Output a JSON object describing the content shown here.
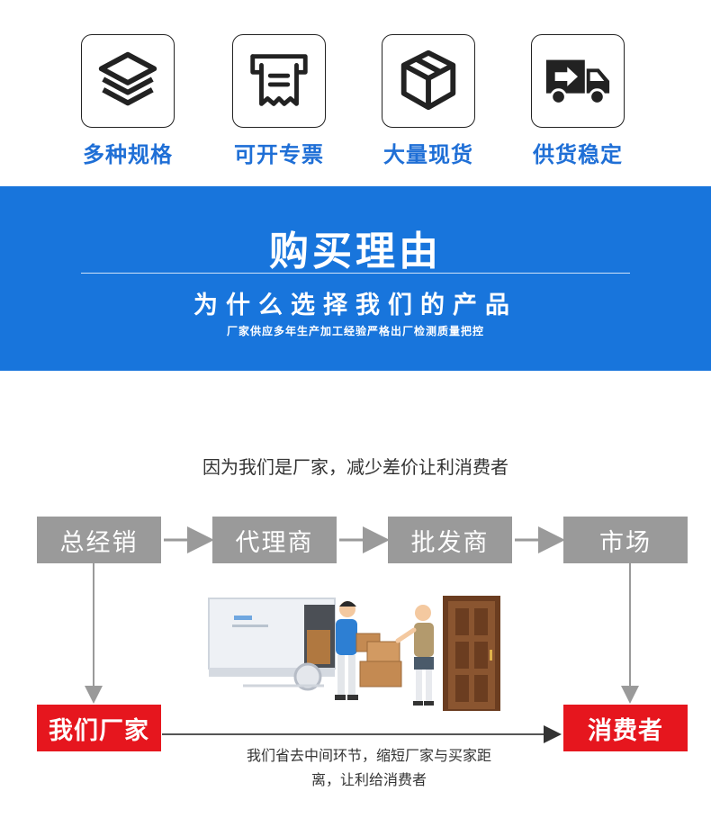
{
  "features": [
    {
      "label": "多种规格",
      "icon": "layers-icon"
    },
    {
      "label": "可开专票",
      "icon": "receipt-icon"
    },
    {
      "label": "大量现货",
      "icon": "box-icon"
    },
    {
      "label": "供货稳定",
      "icon": "delivery-truck-icon"
    }
  ],
  "banner": {
    "title": "购买理由",
    "subtitle": "为什么选择我们的产品",
    "note": "厂家供应多年生产加工经验严格出厂检测质量把控"
  },
  "flow": {
    "headline": "因为我们是厂家，减少差价让利消费者",
    "chain": [
      "总经销",
      "代理商",
      "批发商",
      "市场"
    ],
    "factory": "我们厂家",
    "consumer": "消费者",
    "savings_line1": "我们省去中间环节，缩短厂家与买家距",
    "savings_line2": "离，让利给消费者"
  },
  "colors": {
    "accent_blue": "#1875dc",
    "label_blue": "#1f6fd6",
    "flow_gray": "#9a9a9a",
    "highlight_red": "#e6161e"
  }
}
